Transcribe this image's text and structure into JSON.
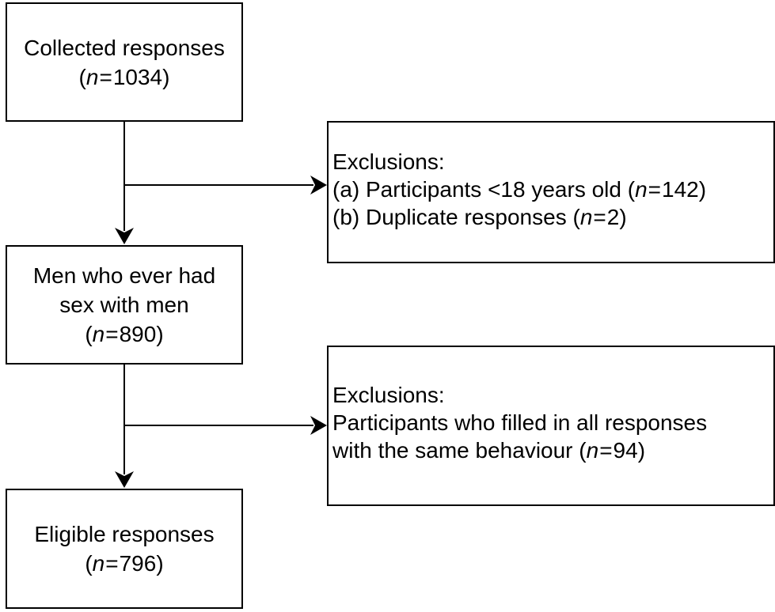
{
  "flowchart": {
    "collected": {
      "label": "Collected responses",
      "n_symbol": "n",
      "n_value": "1034"
    },
    "exclusions_1": {
      "heading": "Exclusions:",
      "items": [
        {
          "prefix": "(a) Participants <18 years old (",
          "n_symbol": "n",
          "n_value": "142",
          "suffix": ")"
        },
        {
          "prefix": "(b) Duplicate responses (",
          "n_symbol": "n",
          "n_value": "2",
          "suffix": ")"
        }
      ]
    },
    "men": {
      "label_line1": "Men who ever had",
      "label_line2": "sex with men",
      "n_symbol": "n",
      "n_value": "890"
    },
    "exclusions_2": {
      "heading": "Exclusions:",
      "line1": "Participants who filled in all responses",
      "line2_prefix": "with the same behaviour (",
      "n_symbol": "n",
      "n_value": "94",
      "line2_suffix": ")"
    },
    "eligible": {
      "label": "Eligible responses",
      "n_symbol": "n",
      "n_value": "796"
    }
  },
  "colors": {
    "stroke": "#000000",
    "background": "#ffffff",
    "text": "#000000"
  }
}
